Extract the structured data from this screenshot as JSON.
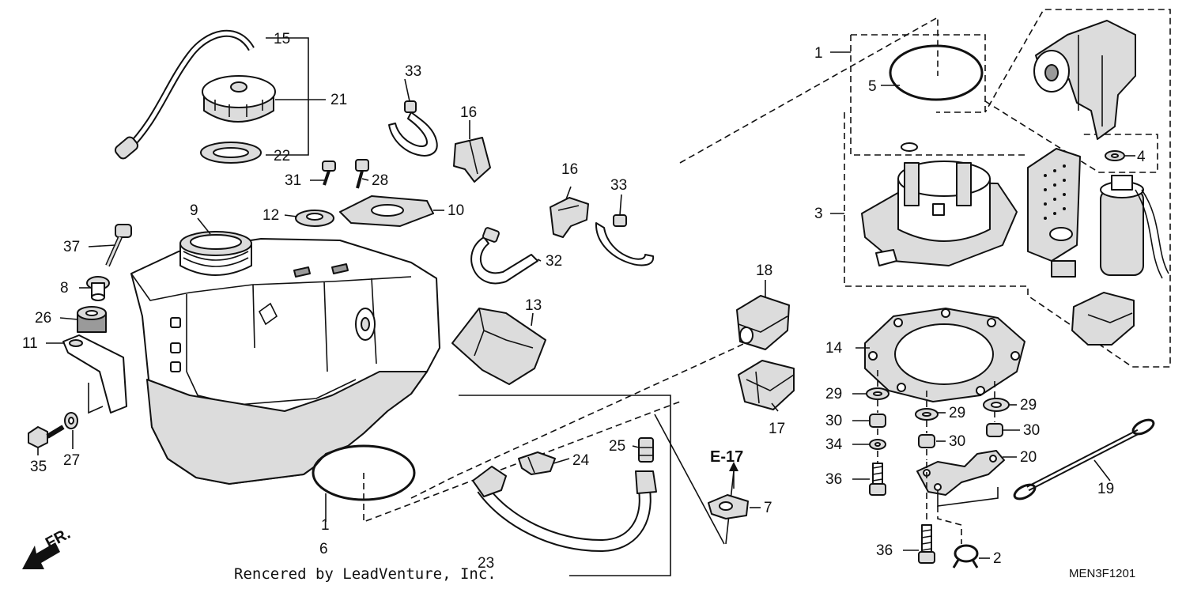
{
  "footer": {
    "credit": "Rencered by LeadVenture, Inc.",
    "drawing_code": "MEN3F1201"
  },
  "direction": {
    "label": "FR."
  },
  "reference": {
    "label": "E-17"
  },
  "callouts": [
    {
      "id": "c-15",
      "text": "15"
    },
    {
      "id": "c-21",
      "text": "21"
    },
    {
      "id": "c-22",
      "text": "22"
    },
    {
      "id": "c-33a",
      "text": "33"
    },
    {
      "id": "c-16a",
      "text": "16"
    },
    {
      "id": "c-31",
      "text": "31"
    },
    {
      "id": "c-28",
      "text": "28"
    },
    {
      "id": "c-12",
      "text": "12"
    },
    {
      "id": "c-10",
      "text": "10"
    },
    {
      "id": "c-9",
      "text": "9"
    },
    {
      "id": "c-37",
      "text": "37"
    },
    {
      "id": "c-8",
      "text": "8"
    },
    {
      "id": "c-26",
      "text": "26"
    },
    {
      "id": "c-11",
      "text": "11"
    },
    {
      "id": "c-35",
      "text": "35"
    },
    {
      "id": "c-27",
      "text": "27"
    },
    {
      "id": "c-16b",
      "text": "16"
    },
    {
      "id": "c-33b",
      "text": "33"
    },
    {
      "id": "c-32",
      "text": "32"
    },
    {
      "id": "c-13",
      "text": "13"
    },
    {
      "id": "c-1a",
      "text": "1"
    },
    {
      "id": "c-6",
      "text": "6"
    },
    {
      "id": "c-23",
      "text": "23"
    },
    {
      "id": "c-24",
      "text": "24"
    },
    {
      "id": "c-25",
      "text": "25"
    },
    {
      "id": "c-7",
      "text": "7"
    },
    {
      "id": "c-18",
      "text": "18"
    },
    {
      "id": "c-17",
      "text": "17"
    },
    {
      "id": "c-1b",
      "text": "1"
    },
    {
      "id": "c-5",
      "text": "5"
    },
    {
      "id": "c-3",
      "text": "3"
    },
    {
      "id": "c-4",
      "text": "4"
    },
    {
      "id": "c-14",
      "text": "14"
    },
    {
      "id": "c-29a",
      "text": "29"
    },
    {
      "id": "c-29b",
      "text": "29"
    },
    {
      "id": "c-29c",
      "text": "29"
    },
    {
      "id": "c-30a",
      "text": "30"
    },
    {
      "id": "c-30b",
      "text": "30"
    },
    {
      "id": "c-30c",
      "text": "30"
    },
    {
      "id": "c-34",
      "text": "34"
    },
    {
      "id": "c-20",
      "text": "20"
    },
    {
      "id": "c-19",
      "text": "19"
    },
    {
      "id": "c-36a",
      "text": "36"
    },
    {
      "id": "c-36b",
      "text": "36"
    },
    {
      "id": "c-2",
      "text": "2"
    }
  ]
}
